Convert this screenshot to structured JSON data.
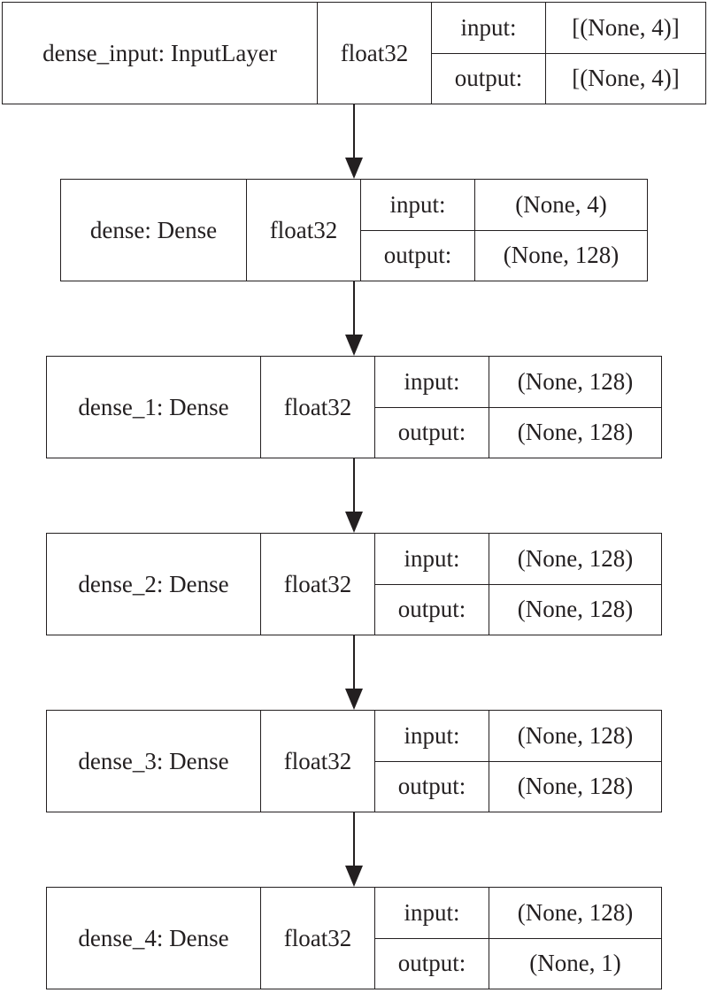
{
  "layers": [
    {
      "name": "dense_input: InputLayer",
      "dtype": "float32",
      "input_label": "input:",
      "input_shape": "[(None, 4)]",
      "output_label": "output:",
      "output_shape": "[(None, 4)]"
    },
    {
      "name": "dense: Dense",
      "dtype": "float32",
      "input_label": "input:",
      "input_shape": "(None, 4)",
      "output_label": "output:",
      "output_shape": "(None, 128)"
    },
    {
      "name": "dense_1: Dense",
      "dtype": "float32",
      "input_label": "input:",
      "input_shape": "(None, 128)",
      "output_label": "output:",
      "output_shape": "(None, 128)"
    },
    {
      "name": "dense_2: Dense",
      "dtype": "float32",
      "input_label": "input:",
      "input_shape": "(None, 128)",
      "output_label": "output:",
      "output_shape": "(None, 128)"
    },
    {
      "name": "dense_3: Dense",
      "dtype": "float32",
      "input_label": "input:",
      "input_shape": "(None, 128)",
      "output_label": "output:",
      "output_shape": "(None, 128)"
    },
    {
      "name": "dense_4: Dense",
      "dtype": "float32",
      "input_label": "input:",
      "input_shape": "(None, 128)",
      "output_label": "output:",
      "output_shape": "(None, 1)"
    }
  ]
}
